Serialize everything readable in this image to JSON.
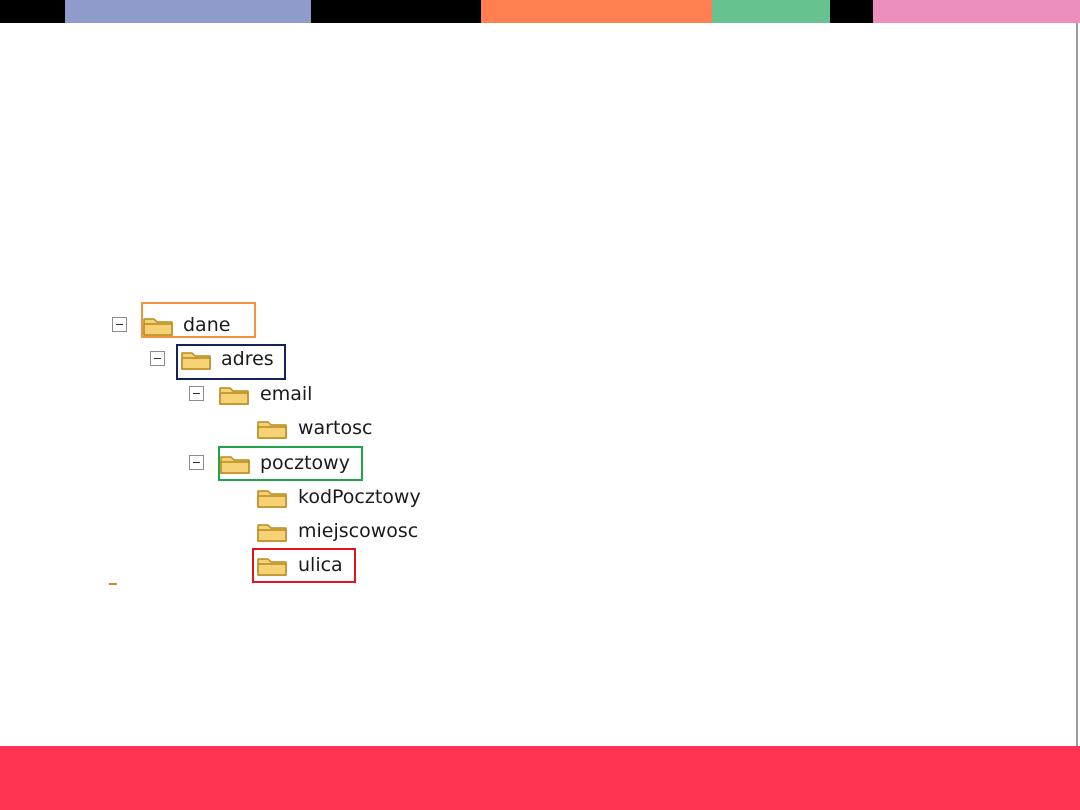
{
  "colors": {
    "top_bar": [
      "#000000",
      "#8f9bca",
      "#000000",
      "#ff7f50",
      "#66c28e",
      "#000000",
      "#ec8fbd"
    ],
    "bottom_band": "#ff3351",
    "folder_fill": "#f6d277",
    "folder_stroke": "#b98a1c",
    "highlight_dane": "#f0923f",
    "highlight_adres": "#14235a",
    "highlight_pocztowy": "#1ea54a",
    "highlight_ulica": "#e2141e"
  },
  "tree": {
    "dane": {
      "label": "dane",
      "icon": "folder-icon",
      "expander": "minus-icon"
    },
    "adres": {
      "label": "adres",
      "icon": "folder-icon",
      "expander": "minus-icon"
    },
    "email": {
      "label": "email",
      "icon": "folder-icon",
      "expander": "minus-icon"
    },
    "wartosc": {
      "label": "wartosc",
      "icon": "folder-icon"
    },
    "pocztowy": {
      "label": "pocztowy",
      "icon": "folder-icon",
      "expander": "minus-icon"
    },
    "kodPocztowy": {
      "label": "kodPocztowy",
      "icon": "folder-icon"
    },
    "miejscowosc": {
      "label": "miejscowosc",
      "icon": "folder-icon"
    },
    "ulica": {
      "label": "ulica",
      "icon": "folder-icon"
    }
  }
}
